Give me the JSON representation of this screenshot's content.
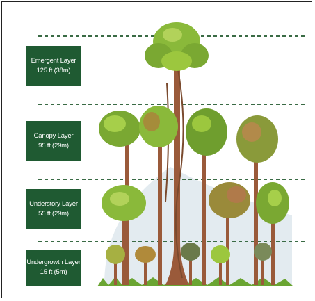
{
  "layers": [
    {
      "name": "Emergent Layer",
      "height": "125 ft (38m)"
    },
    {
      "name": "Canopy Layer",
      "height": "95 ft (29m)"
    },
    {
      "name": "Understory Layer",
      "height": "55 ft (29m)"
    },
    {
      "name": "Undergrowth Layer",
      "height": "15 ft (5m)"
    }
  ],
  "colors": {
    "label_bg": "#1f5a32",
    "dashed_line": "#3a6b45",
    "trunk": "#9a5a3a",
    "foliage_light": "#9cc73e",
    "foliage_mid": "#7aa832",
    "foliage_dark": "#5a8a2a",
    "foliage_olive": "#a58c3a",
    "ground": "#6aa532",
    "mist": "#dfe8ee"
  }
}
